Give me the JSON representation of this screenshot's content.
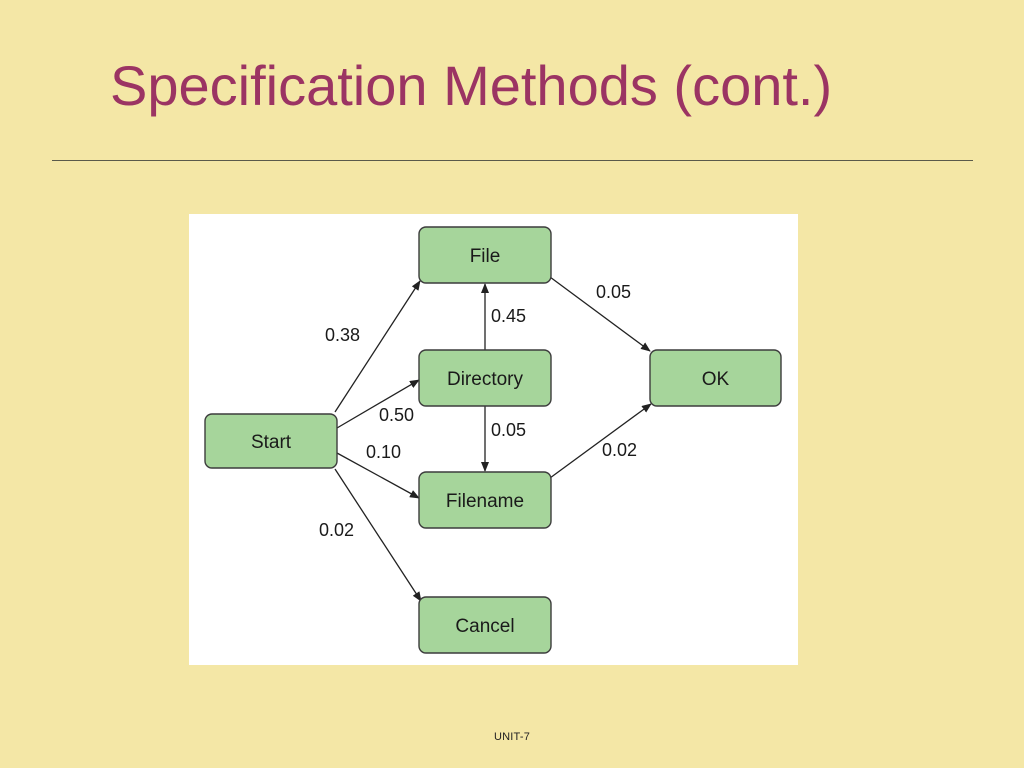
{
  "slide": {
    "title": "Specification Methods (cont.)",
    "footer": "UNIT-7"
  },
  "diagram": {
    "nodes": [
      {
        "id": "start",
        "label": "Start"
      },
      {
        "id": "file",
        "label": "File"
      },
      {
        "id": "directory",
        "label": "Directory"
      },
      {
        "id": "filename",
        "label": "Filename"
      },
      {
        "id": "cancel",
        "label": "Cancel"
      },
      {
        "id": "ok",
        "label": "OK"
      }
    ],
    "edges": [
      {
        "from": "start",
        "to": "file",
        "label": "0.38"
      },
      {
        "from": "start",
        "to": "directory",
        "label": "0.50"
      },
      {
        "from": "start",
        "to": "filename",
        "label": "0.10"
      },
      {
        "from": "start",
        "to": "cancel",
        "label": "0.02"
      },
      {
        "from": "directory",
        "to": "file",
        "label": "0.45"
      },
      {
        "from": "directory",
        "to": "filename",
        "label": "0.05"
      },
      {
        "from": "file",
        "to": "ok",
        "label": "0.05"
      },
      {
        "from": "filename",
        "to": "ok",
        "label": "0.02"
      }
    ],
    "colors": {
      "node_fill": "#a6d59b",
      "title": "#9b3463",
      "background": "#f4e7a6"
    }
  }
}
